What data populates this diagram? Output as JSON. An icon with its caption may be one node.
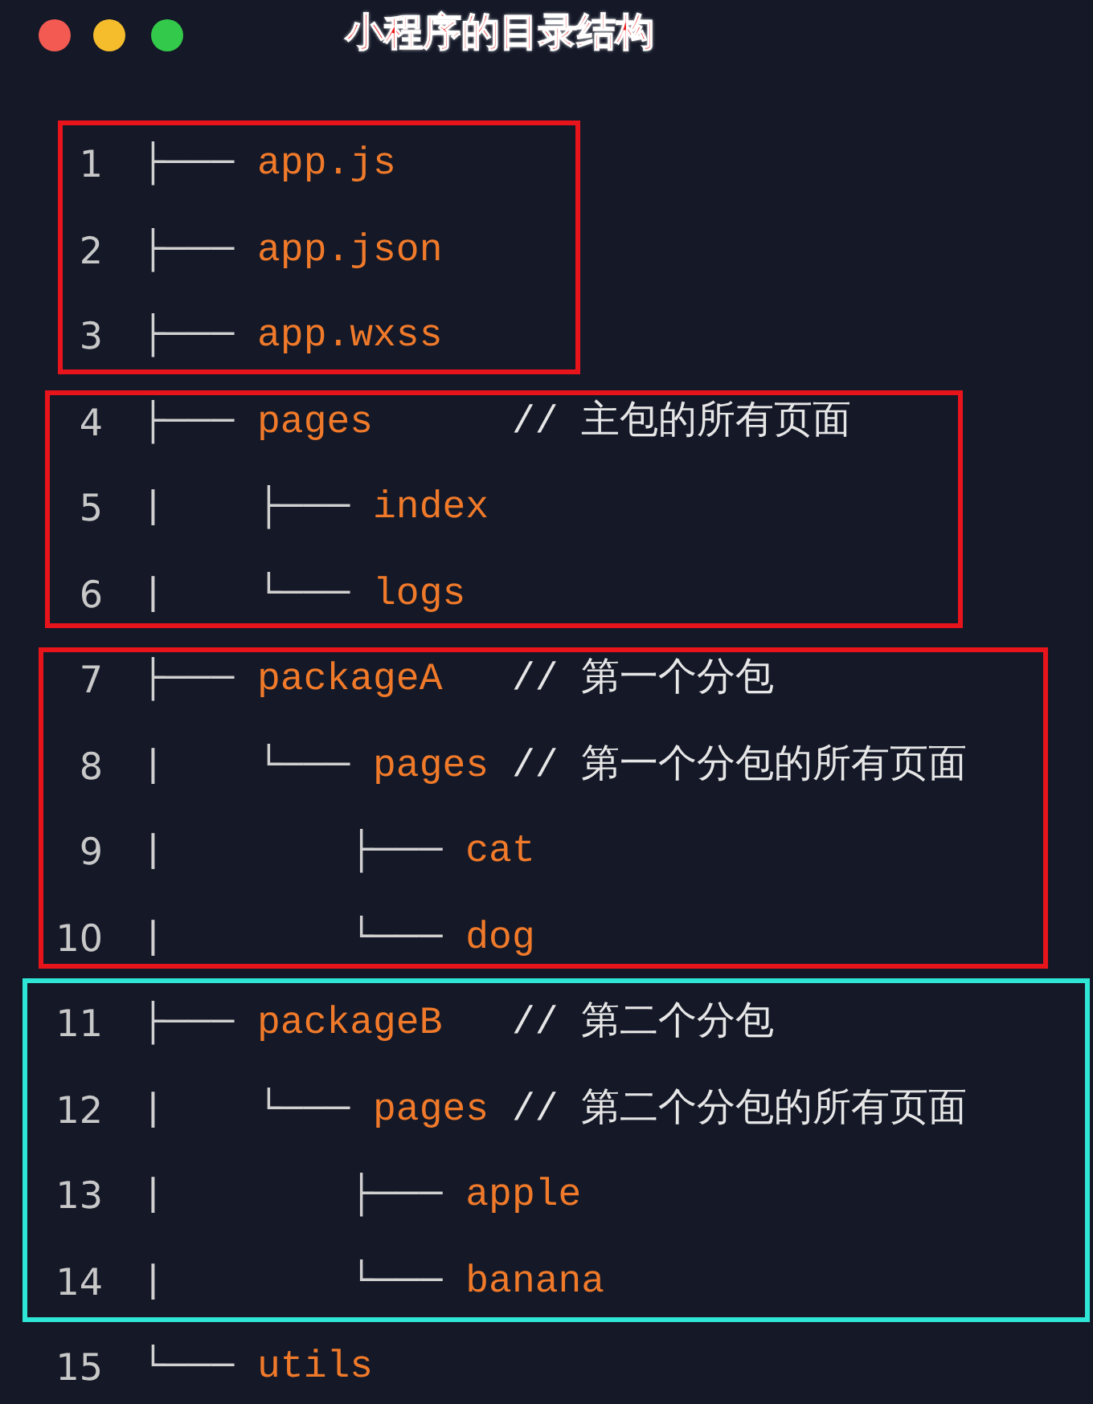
{
  "diagram": {
    "title": "小程序的目录结构",
    "nodes": [
      {
        "text": [
          "├─── app.js",
          "├─── app.json",
          "├─── app.wxss"
        ]
      },
      {
        "text": [
          "├─── pages      // 主包的所有页面",
          "|    ├─── index",
          "|    └─── logs"
        ]
      },
      {
        "text": [
          "├─── packageA   // 第一个分包",
          "|    └─── pages // 第一个分包的所有页面",
          "|        ├─── cat",
          "|        └─── dog"
        ]
      },
      {
        "text": [
          "├─── packageB   // 第二个分包",
          "|    └─── pages // 第二个分包的所有页面",
          "|        ├─── apple",
          "|        └─── banana"
        ]
      }
    ],
    "labels": [
      "1",
      "2",
      "3",
      "4",
      "5",
      "6",
      "7",
      "8",
      "9",
      "10",
      "11",
      "12",
      "13",
      "14",
      "15",
      "└─── utils"
    ]
  }
}
